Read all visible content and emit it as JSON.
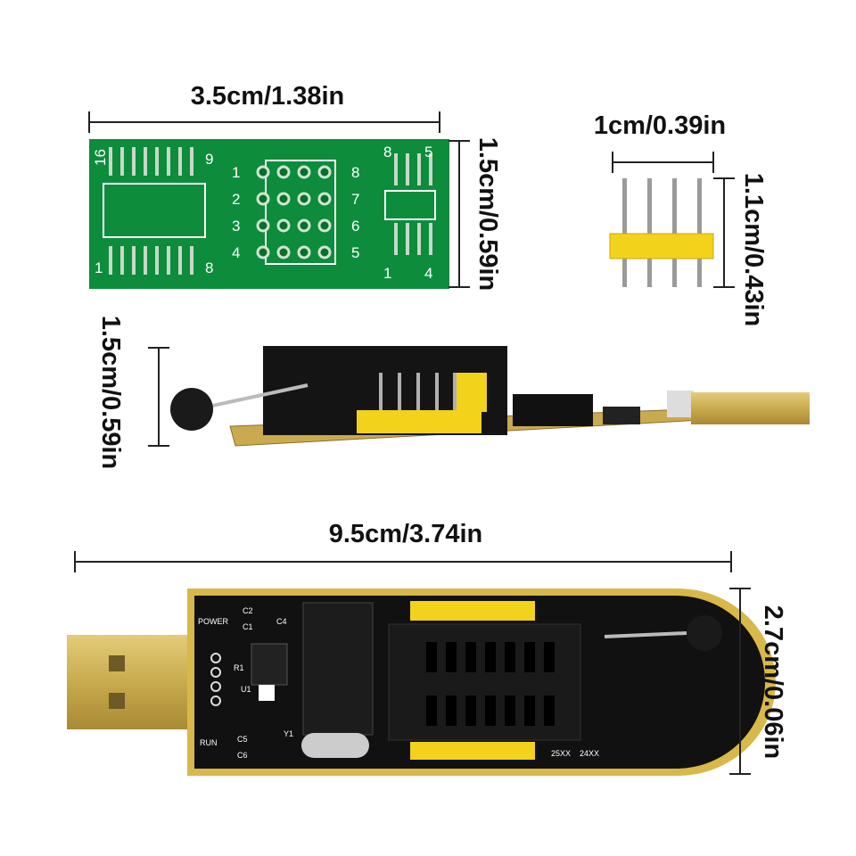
{
  "dimensions": {
    "adapter_width": "3.5cm/1.38in",
    "adapter_height": "1.5cm/0.59in",
    "header_width": "1cm/0.39in",
    "header_height": "1.1cm/0.43in",
    "side_height": "1.5cm/0.59in",
    "programmer_length": "9.5cm/3.74in",
    "programmer_width": "2.7cm/0.06in"
  },
  "adapter_pcb": {
    "labels": [
      "16",
      "9",
      "1",
      "8",
      "1",
      "2",
      "3",
      "4",
      "8",
      "7",
      "6",
      "5",
      "8",
      "5",
      "1",
      "4"
    ],
    "color": "#0d8c3c"
  },
  "programmer_board": {
    "silkscreen": [
      "POWER",
      "RUN",
      "C2",
      "C1",
      "C4",
      "R1",
      "U1",
      "C5",
      "C6",
      "Y1",
      "25XX",
      "24XX"
    ],
    "rim_color": "#d8b84a",
    "board_color": "#111111"
  },
  "colors": {
    "header_plastic": "#f2d21b",
    "usb_gold": "#c9aa4e"
  }
}
